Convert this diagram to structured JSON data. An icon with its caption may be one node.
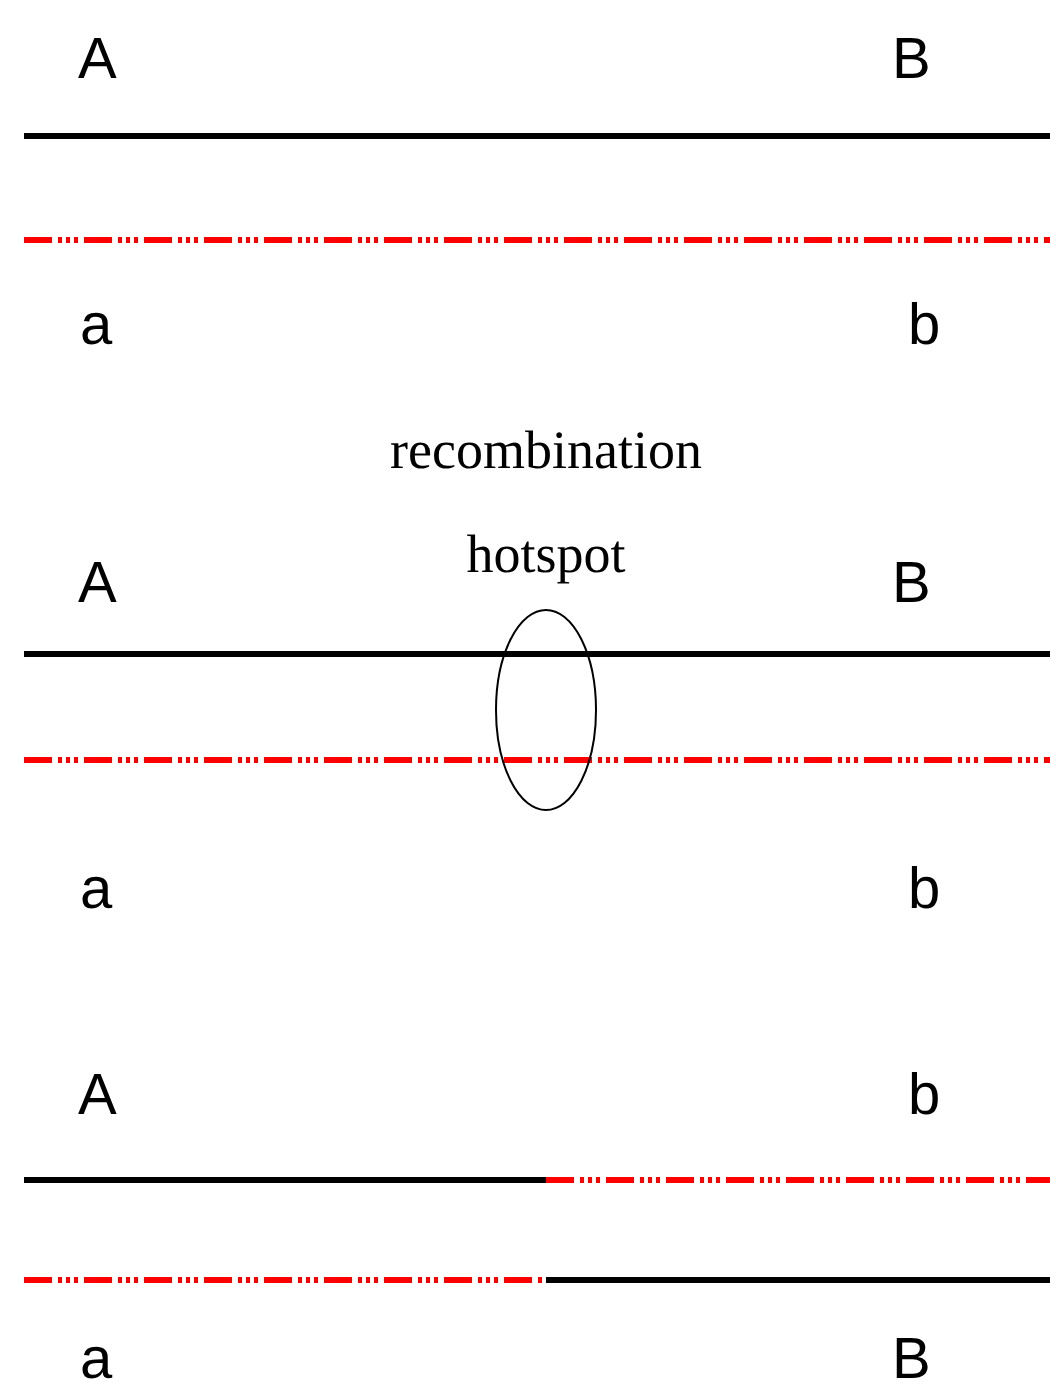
{
  "diagram": {
    "nodes": [
      {
        "text": [],
        "shape": "ellipse"
      }
    ],
    "labels": [
      "A",
      "B",
      "a",
      "b",
      "recombination hotspot",
      "A",
      "B",
      "a",
      "b",
      "A",
      "b",
      "a",
      "B"
    ]
  }
}
